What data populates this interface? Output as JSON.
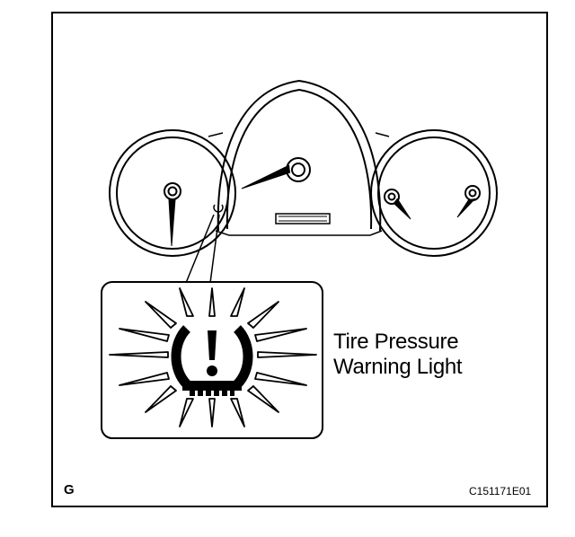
{
  "diagram": {
    "callout_label_line1": "Tire Pressure",
    "callout_label_line2": "Warning Light",
    "section_letter": "G",
    "figure_code": "C151171E01"
  },
  "icons": {
    "warning": "tire-pressure-warning-icon",
    "cluster": "instrument-cluster-icon",
    "rays": "light-rays-icon"
  },
  "colors": {
    "line": "#000000",
    "background": "#ffffff"
  }
}
